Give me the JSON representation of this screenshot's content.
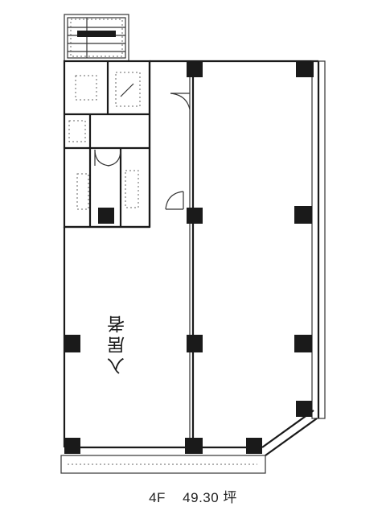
{
  "floor": {
    "level": "4F",
    "area": "49.30 坪"
  },
  "room_label": "入居者",
  "colors": {
    "wall": "#1a1a1a",
    "column": "#1a1a1a",
    "background": "#ffffff"
  },
  "icons": {
    "stairs": "stairs-icon",
    "elevator": "elevator-icon",
    "column": "column-icon"
  }
}
